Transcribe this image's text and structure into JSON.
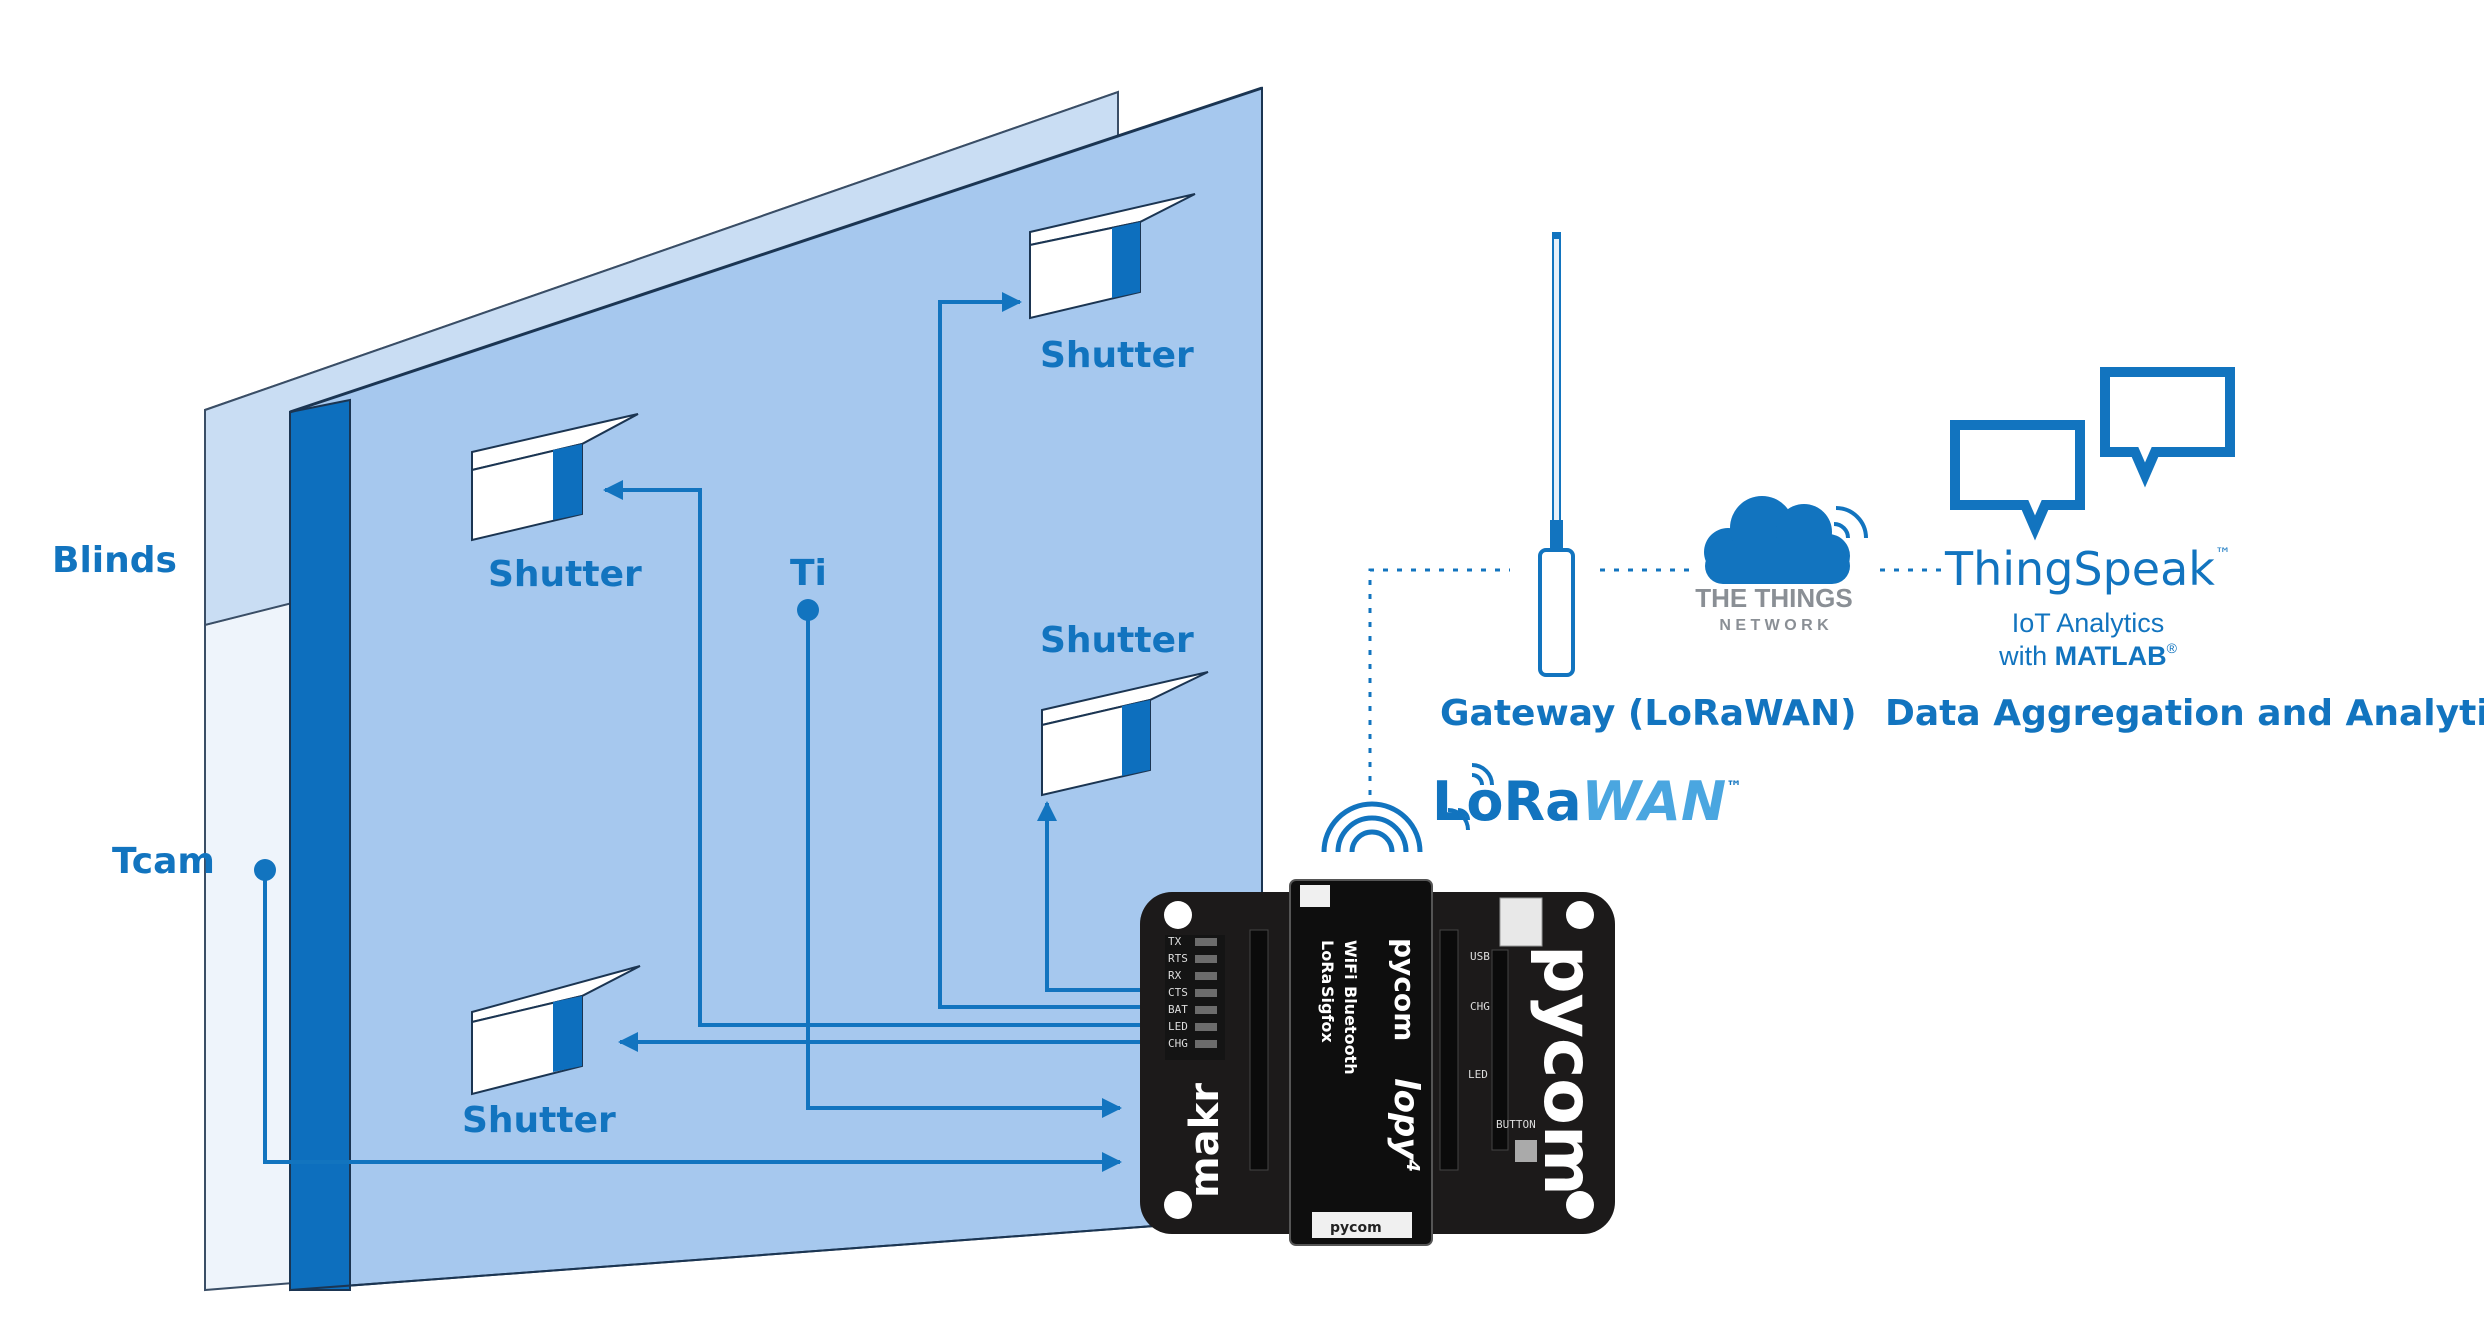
{
  "labels": {
    "blinds": "Blinds",
    "tcam": "Tcam",
    "ti": "Ti",
    "shutter_1": "Shutter",
    "shutter_2": "Shutter",
    "shutter_3": "Shutter",
    "shutter_4": "Shutter",
    "gateway": "Gateway (LoRaWAN)",
    "analytics": "Data Aggregation and Analytics"
  },
  "lorawan_logo": {
    "part1": "LoRa",
    "part2": "WAN",
    "tm": "™"
  },
  "ttn": {
    "line1": "THE THINGS",
    "line2": "N E T W O R K"
  },
  "thingspeak": {
    "name": "ThingSpeak",
    "tm": "™",
    "line1": "IoT Analytics",
    "line2_prefix": "with ",
    "line2_brand": "MATLAB",
    "line2_reg": "®"
  },
  "board": {
    "brand": "pycom",
    "makr": "makr",
    "module_brand": "pycom",
    "module_name": "lopy",
    "module_plus": "4",
    "radio_1": "WiFi",
    "radio_2": "Bluetooth",
    "radio_3": "LoRa",
    "radio_4": "Sigfox",
    "footer_brand": "pycom",
    "pins_left": [
      "TX",
      "RTS",
      "RX",
      "CTS",
      "BAT",
      "LED",
      "CHG"
    ],
    "labels_right": [
      "USB",
      "CHG",
      "LED",
      "BUTTON"
    ]
  },
  "colors": {
    "accent": "#1274bf",
    "wall_front": "#a6c8ee",
    "wall_edge": "#0d6fbe",
    "blind": "#dde9f7",
    "board": "#1c1a1a"
  }
}
